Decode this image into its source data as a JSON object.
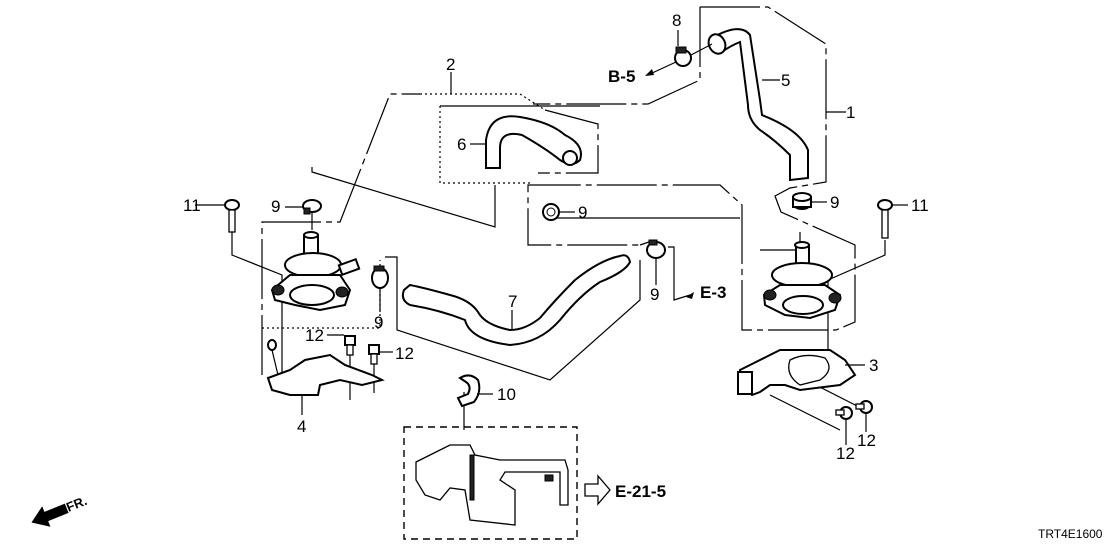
{
  "diagram": {
    "title_code": "TRT4E1600",
    "front_indicator": "FR.",
    "callouts": [
      {
        "id": "1",
        "text": "1",
        "part": "hose-assembly-kit-right"
      },
      {
        "id": "2",
        "text": "2",
        "part": "hose-assembly-kit-left"
      },
      {
        "id": "3",
        "text": "3",
        "part": "pump-bracket-right"
      },
      {
        "id": "4",
        "text": "4",
        "part": "pump-bracket-left"
      },
      {
        "id": "5",
        "text": "5",
        "part": "upper-hose"
      },
      {
        "id": "6",
        "text": "6",
        "part": "u-hose"
      },
      {
        "id": "7",
        "text": "7",
        "part": "long-hose"
      },
      {
        "id": "8",
        "text": "8",
        "part": "hose-clamp"
      },
      {
        "id": "9a",
        "text": "9",
        "part": "clip-left-top"
      },
      {
        "id": "9b",
        "text": "9",
        "part": "clip-center"
      },
      {
        "id": "9c",
        "text": "9",
        "part": "clip-left-pump"
      },
      {
        "id": "9d",
        "text": "9",
        "part": "clip-e3"
      },
      {
        "id": "9e",
        "text": "9",
        "part": "clip-right"
      },
      {
        "id": "10",
        "text": "10",
        "part": "hose-holder"
      },
      {
        "id": "11a",
        "text": "11",
        "part": "bolt-left"
      },
      {
        "id": "11b",
        "text": "11",
        "part": "bolt-right"
      },
      {
        "id": "12a",
        "text": "12",
        "part": "bolt-bracket-left-1"
      },
      {
        "id": "12b",
        "text": "12",
        "part": "bolt-bracket-left-2"
      },
      {
        "id": "12c",
        "text": "12",
        "part": "bolt-bracket-right-1"
      },
      {
        "id": "12d",
        "text": "12",
        "part": "bolt-bracket-right-2"
      }
    ],
    "references": [
      {
        "text": "B-5"
      },
      {
        "text": "E-3"
      },
      {
        "text": "E-21-5"
      }
    ]
  }
}
